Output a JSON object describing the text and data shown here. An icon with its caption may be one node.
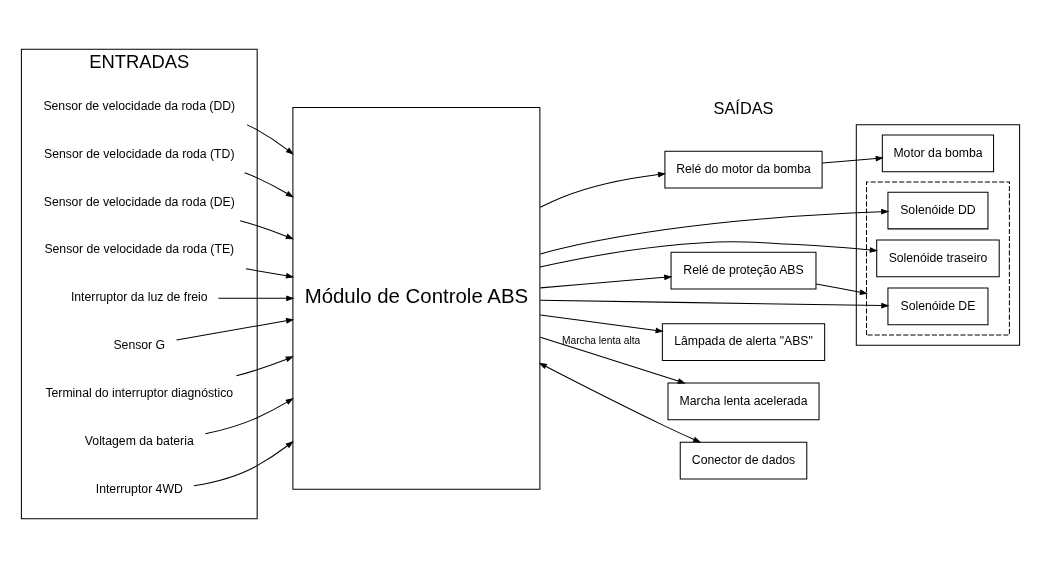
{
  "diagram": {
    "nodes": [
      {
        "text": [
          "ENTRADAS"
        ]
      },
      {
        "text": [
          "Sensor de velocidade da roda (DD)"
        ],
        "in": 0
      },
      {
        "text": [
          "Sensor de velocidade da roda (TD)"
        ],
        "in": 0
      },
      {
        "text": [
          "Sensor de velocidade da roda (DE)"
        ],
        "in": 0
      },
      {
        "text": [
          "Sensor de velocidade da roda (TE)"
        ],
        "in": 0
      },
      {
        "text": [
          "Interruptor da luz de freio"
        ],
        "in": 0
      },
      {
        "text": [
          "Sensor G"
        ],
        "in": 0
      },
      {
        "text": [
          "Terminal do interruptor diagnóstico"
        ],
        "in": 0
      },
      {
        "text": [
          "Voltagem da bateria"
        ],
        "in": 0
      },
      {
        "text": [
          "Interruptor 4WD"
        ],
        "in": 0
      },
      {
        "text": [
          "Módulo de Controle ABS"
        ]
      },
      {
        "text": [
          "Relé do motor da bomba"
        ]
      },
      {
        "text": [
          "Relé de proteção ABS"
        ]
      },
      {
        "text": [],
        "shape": "box"
      },
      {
        "text": [
          "Motor da bomba"
        ],
        "in": 13
      },
      {
        "text": [],
        "shape": "box",
        "in": 13
      },
      {
        "text": [
          "Solenóide DE"
        ],
        "in": 15
      },
      {
        "text": [
          "Solenóide DD"
        ],
        "in": 15
      },
      {
        "text": [
          "Solenóide traseiro"
        ],
        "in": 15
      },
      {
        "text": [
          "Lâmpada de alerta \"ABS\""
        ]
      },
      {
        "text": [
          "Marcha lenta acelerada"
        ]
      },
      {
        "text": [
          "Conector de dados"
        ]
      }
    ],
    "edges": [
      {
        "from": 1,
        "to": 10,
        "arrow": "to"
      },
      {
        "from": 2,
        "to": 10,
        "arrow": "to"
      },
      {
        "from": 3,
        "to": 10,
        "arrow": "to"
      },
      {
        "from": 4,
        "to": 10,
        "arrow": "to"
      },
      {
        "from": 5,
        "to": 10,
        "arrow": "to"
      },
      {
        "from": 6,
        "to": 10,
        "arrow": "to"
      },
      {
        "from": 7,
        "to": 10,
        "arrow": "to"
      },
      {
        "from": 8,
        "to": 10,
        "arrow": "to"
      },
      {
        "from": 9,
        "to": 10,
        "arrow": "to"
      },
      {
        "from": 10,
        "to": 11,
        "arrow": "to"
      },
      {
        "from": 11,
        "to": 14,
        "arrow": "to"
      },
      {
        "from": 10,
        "to": 12,
        "arrow": "to"
      },
      {
        "from": 12,
        "to": 15,
        "arrow": "to"
      },
      {
        "from": 10,
        "to": 16,
        "arrow": "to"
      },
      {
        "from": 10,
        "to": 17,
        "arrow": "to"
      },
      {
        "from": 10,
        "to": 18,
        "arrow": "to"
      },
      {
        "from": 10,
        "to": 19,
        "arrow": "to"
      },
      {
        "from": 10,
        "to": 20,
        "arrow": "to",
        "label": "Marcha lenta alta"
      },
      {
        "from": 10,
        "to": 21,
        "arrow": "both"
      }
    ],
    "labels": [
      "SAÍDAS"
    ]
  }
}
